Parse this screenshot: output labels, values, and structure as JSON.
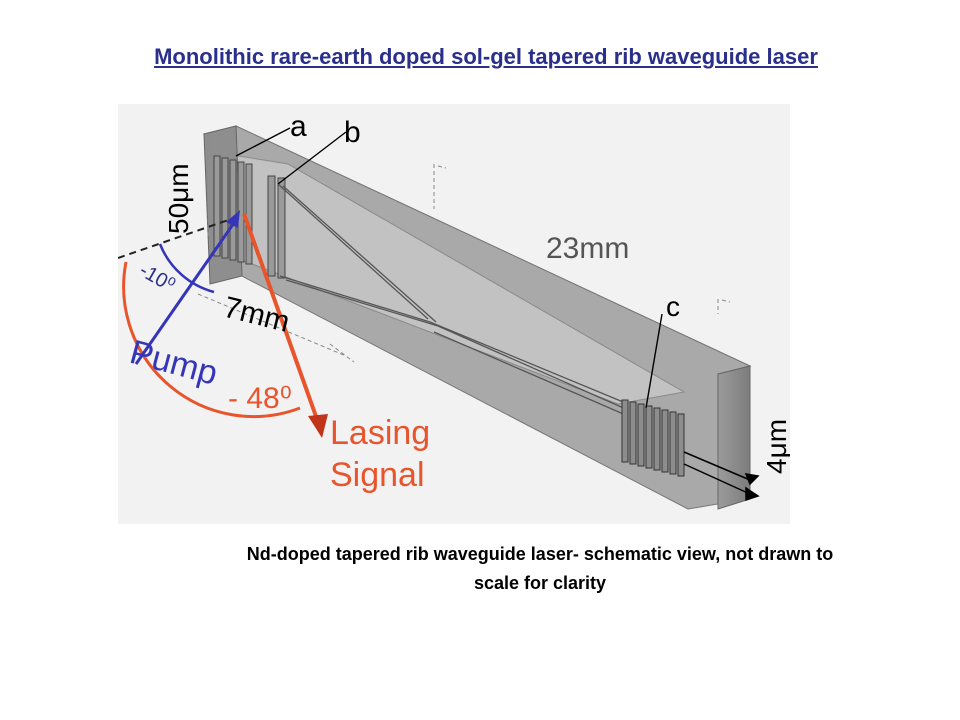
{
  "title": "Monolithic rare-earth doped sol-gel tapered rib waveguide laser",
  "colors": {
    "title": "#2b2f8c",
    "pump": "#3535b8",
    "signal": "#e8552c",
    "signal_dark": "#c0341a"
  },
  "diagram": {
    "labels": {
      "a": "a",
      "b": "b",
      "c": "c",
      "width_50um": "50μm",
      "length_23mm": "23mm",
      "length_7mm": "7mm",
      "angle_10": "-10⁰",
      "pump": "Pump",
      "angle_48": "- 48⁰",
      "lasing": "Lasing",
      "signal": "Signal",
      "width_4um": "4μm"
    }
  },
  "caption": {
    "line1": "Nd-doped tapered rib waveguide laser- schematic view, not drawn to",
    "line2": "scale for clarity"
  }
}
